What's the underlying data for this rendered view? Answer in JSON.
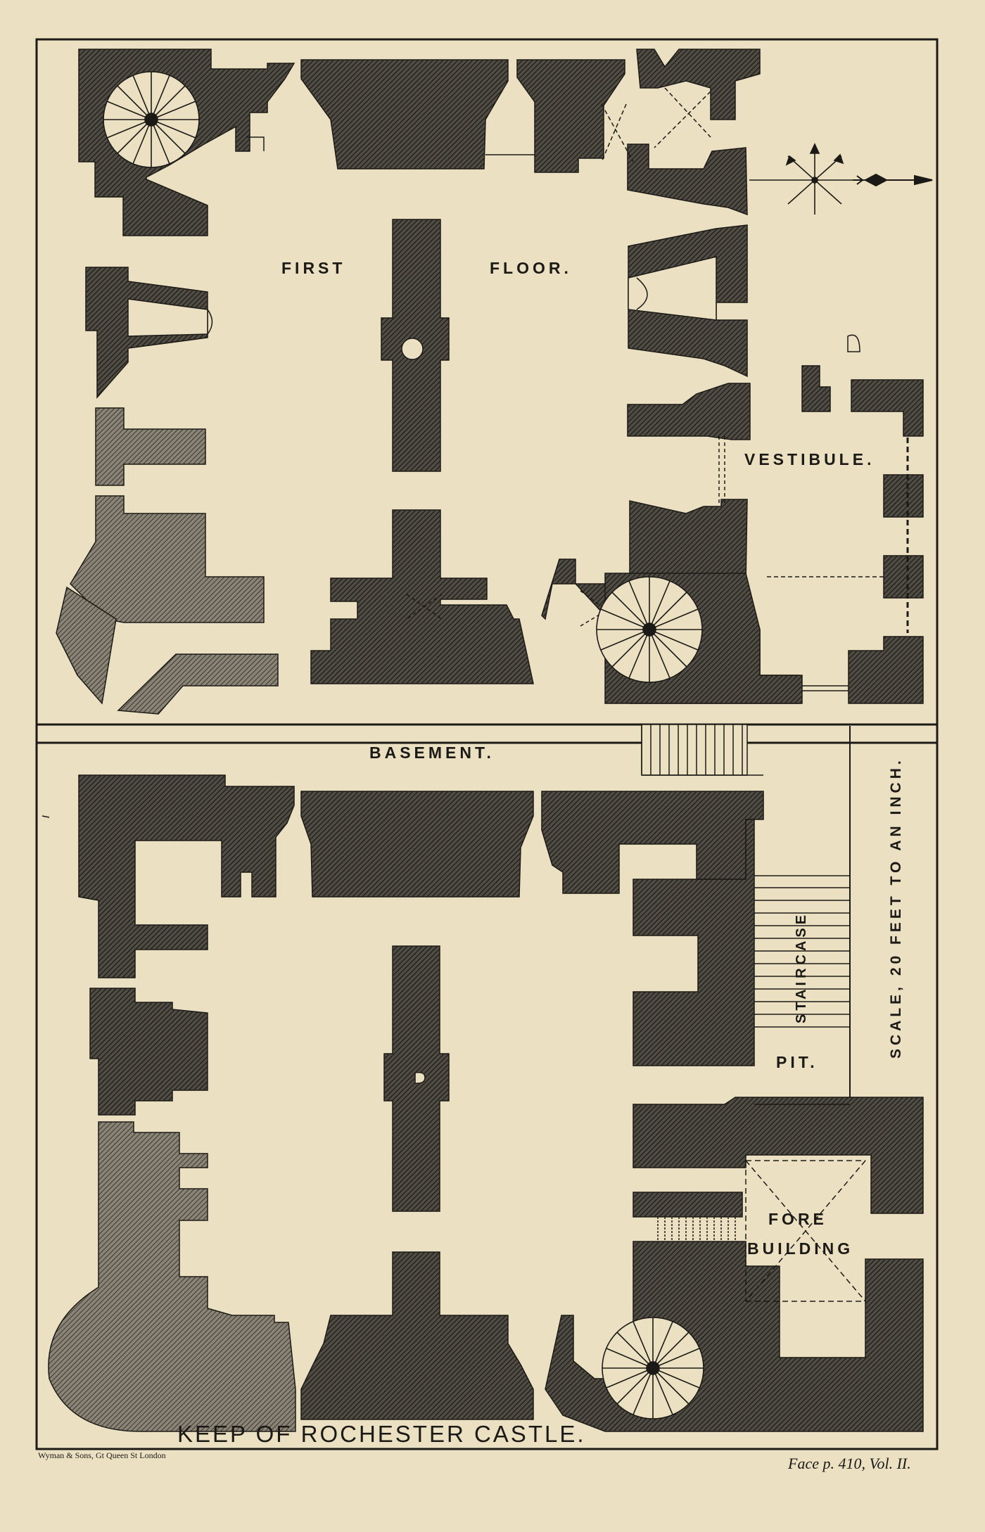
{
  "plan": {
    "first_floor": {
      "label_first": "FIRST",
      "label_floor": "FLOOR.",
      "label_vestibule": "VESTIBULE."
    },
    "basement": {
      "label": "BASEMENT.",
      "label_staircase": "STAIRCASE",
      "label_pit": "PIT.",
      "label_fore": "FORE",
      "label_building": "BUILDING"
    },
    "scale": "SCALE, 20 FEET TO AN INCH.",
    "title": "KEEP OF ROCHESTER CASTLE.",
    "imprint": "Wyman & Sons, Gt Queen St London",
    "face_page": "Face p. 410, Vol. II."
  },
  "colors": {
    "paper": "#ebe0c1",
    "ink": "#1c1a17",
    "hatch_dark": "#2f2c28",
    "hatch_light": "#6b665c"
  },
  "icons": [
    "compass-rose-icon",
    "north-arrow-icon",
    "spiral-stair-icon"
  ]
}
